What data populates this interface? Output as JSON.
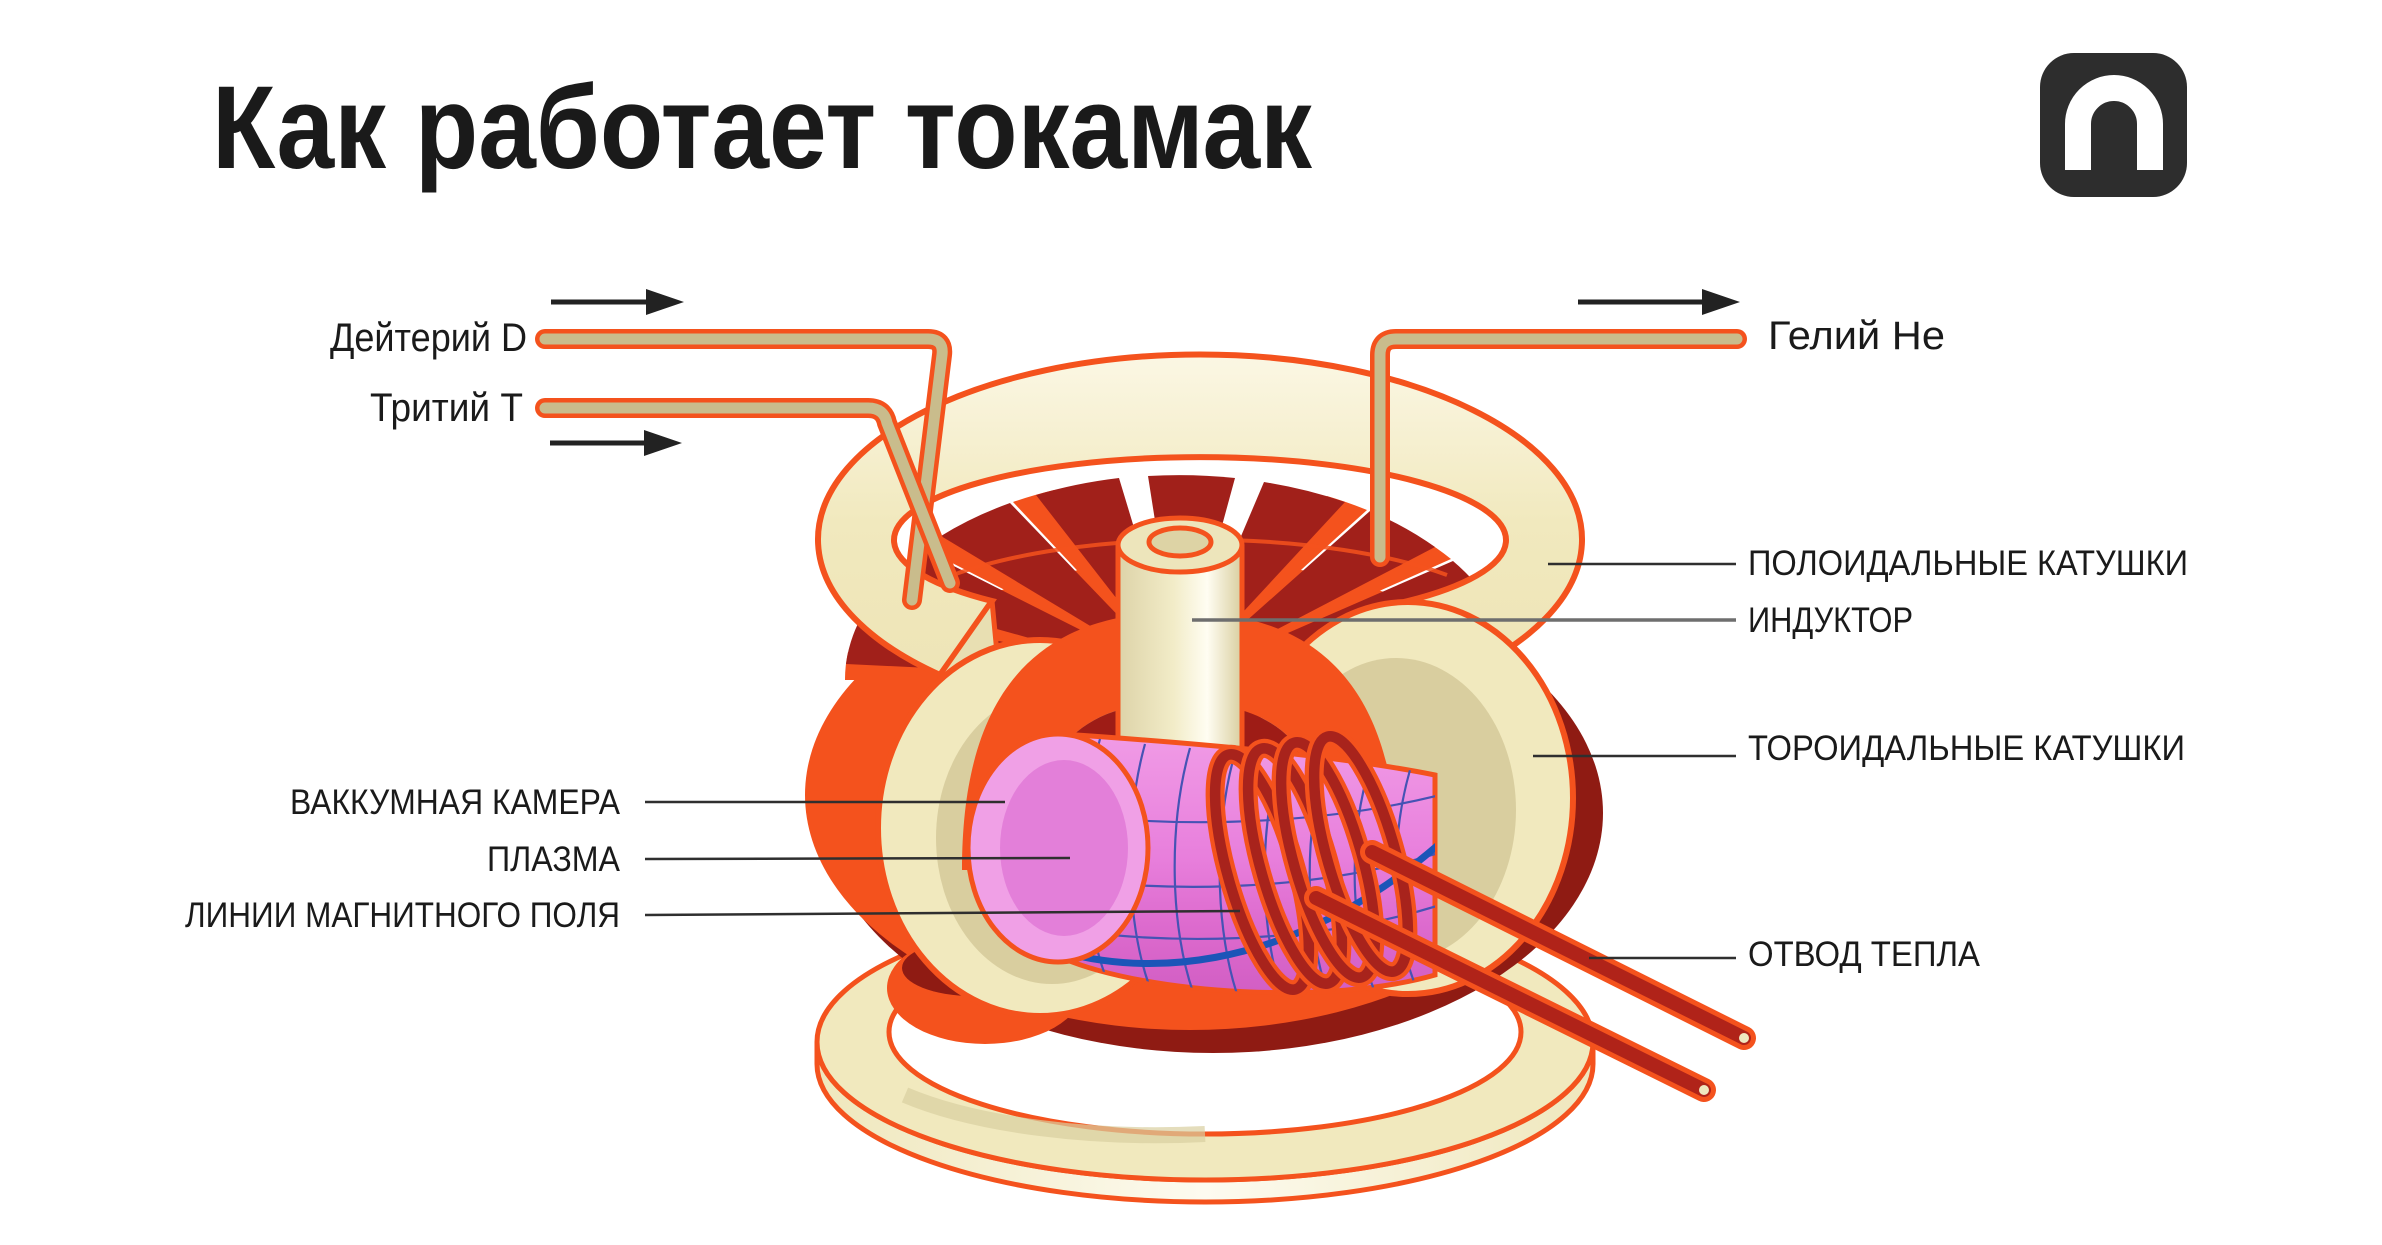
{
  "title": "Как работает токамак",
  "logo": {
    "glyph": "n",
    "bg_color": "#2D2D2D",
    "fg_color": "#FFFFFF"
  },
  "labels": {
    "deuterium": "Дейтерий D",
    "tritium": "Тритий  Т",
    "helium": "Гелий He",
    "poloidal_coils": "ПОЛОИДАЛЬНЫЕ КАТУШКИ",
    "inductor": "ИНДУКТОР",
    "toroidal_coils": "ТОРОИДАЛЬНЫЕ КАТУШКИ",
    "heat_removal": "ОТВОД ТЕПЛА",
    "vacuum_chamber": "ВАККУМНАЯ КАМЕРА",
    "plasma": "ПЛАЗМА",
    "magnetic_field_lines": "ЛИНИИ МАГНИТНОГО ПОЛЯ"
  },
  "colors": {
    "accent_orange": "#F4521D",
    "dark_red": "#A1201A",
    "deep_red": "#8F1B13",
    "pipe_red": "#B02319",
    "cream": "#F1E9BE",
    "tan_shadow": "#D9CE9F",
    "pipe_tan": "#C9BC8C",
    "plasma_pink": "#E87FDC",
    "plasma_pink_light": "#F0A0E6",
    "plasma_pink_dark": "#D05CC2",
    "field_line_blue": "#4653B4",
    "field_line_blue_bold": "#1C55B8",
    "ink": "#1A1A1A",
    "leader_gray": "#6E6E6E"
  }
}
